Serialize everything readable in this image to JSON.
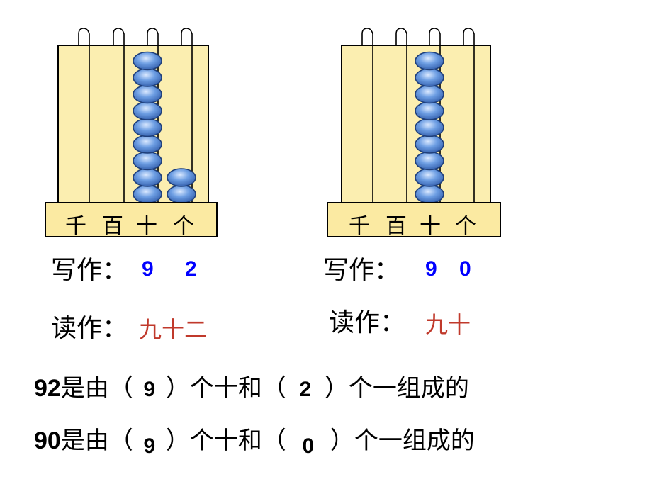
{
  "place_labels": [
    "千",
    "百",
    "十",
    "个"
  ],
  "abacus_left": {
    "counts": {
      "千": 0,
      "百": 0,
      "十": 9,
      "个": 2
    }
  },
  "abacus_right": {
    "counts": {
      "千": 0,
      "百": 0,
      "十": 9,
      "个": 0
    }
  },
  "left": {
    "write_label": "写作：",
    "write_digits": [
      "9",
      "2"
    ],
    "read_label": "读作：",
    "read_value": "九十二"
  },
  "right": {
    "write_label": "写作：",
    "write_digits": [
      "9",
      "0"
    ],
    "read_label": "读作：",
    "read_value": "九十"
  },
  "sentences": [
    {
      "number": "92",
      "p1": "是由（",
      "tens": "9",
      "p2": "）个十和（",
      "ones": "2",
      "p3": "）个一组成的"
    },
    {
      "number": "90",
      "p1": "是由（",
      "tens": "9",
      "p2": "）个十和（",
      "ones": "0",
      "p3": "）个一组成的"
    }
  ],
  "colors": {
    "bead": "#5b8fd6",
    "frame": "#fbeeb0",
    "digits": "#0000ff",
    "reading": "#c0392b"
  }
}
